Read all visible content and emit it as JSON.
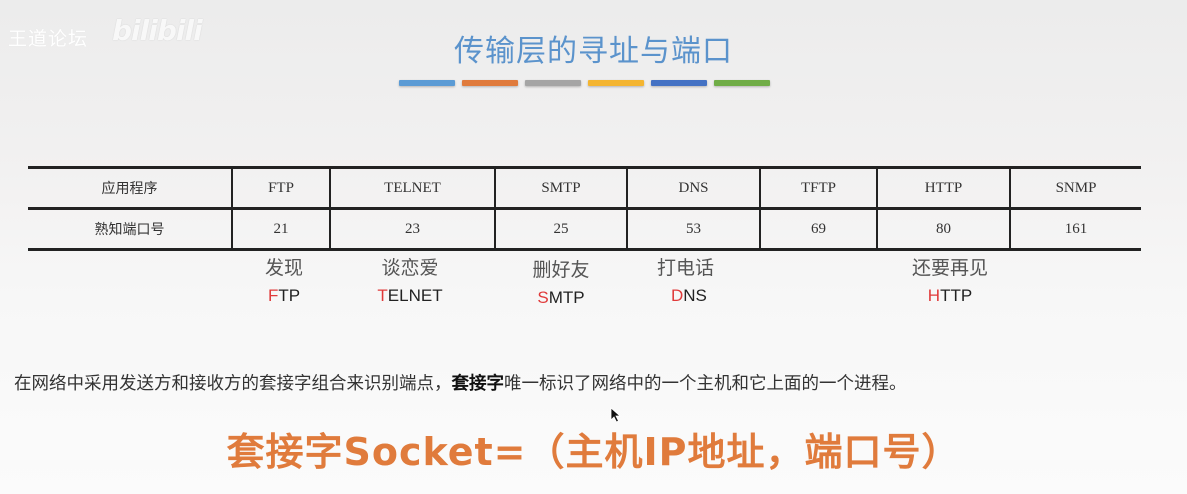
{
  "watermark": {
    "text": "王道论坛",
    "logo": "bilibili"
  },
  "slide": {
    "title": "传输层的寻址与端口",
    "accent_bars": [
      "#5b9bd5",
      "#e07b3c",
      "#a5a5a5",
      "#f4b531",
      "#4472c4",
      "#70ad47"
    ]
  },
  "table": {
    "rows": [
      {
        "header": "应用程序",
        "cells": [
          "FTP",
          "TELNET",
          "SMTP",
          "DNS",
          "TFTP",
          "HTTP",
          "SNMP"
        ]
      },
      {
        "header": "熟知端口号",
        "cells": [
          "21",
          "23",
          "25",
          "53",
          "69",
          "80",
          "161"
        ]
      }
    ]
  },
  "mnemonics": [
    {
      "cn": "发现",
      "first": "F",
      "rest": "TP"
    },
    {
      "cn": "谈恋爱",
      "first": "T",
      "rest": "ELNET"
    },
    {
      "cn": "删好友",
      "first": "S",
      "rest": "MTP"
    },
    {
      "cn": "打电话",
      "first": "D",
      "rest": "NS"
    },
    {
      "cn": "还要再见",
      "first": "H",
      "rest": "TTP"
    }
  ],
  "highlight_color": "#e03a3a",
  "sentence": {
    "part1": "在网络中采用发送方和接收方的套接字组合来识别端点，",
    "bold": "套接字",
    "part2": "唯一标识了网络中的一个主机和它上面的一个进程。"
  },
  "formula": "套接字Socket=（主机IP地址，端口号）"
}
